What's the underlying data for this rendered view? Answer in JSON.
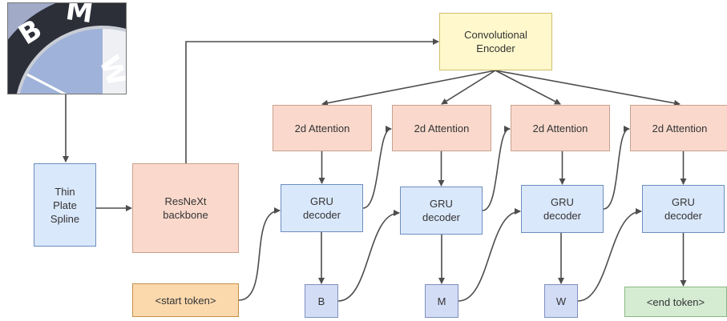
{
  "colors": {
    "blue_fill": "#dae8fc",
    "blue_stroke": "#6c8ebf",
    "peach_fill": "#fad9cc",
    "peach_stroke": "#c9a08e",
    "yellow_fill": "#fff8cc",
    "yellow_stroke": "#cfbf6a",
    "orange_fill": "#fbd9ad",
    "orange_stroke": "#c58f47",
    "green_fill": "#d5ecd3",
    "green_stroke": "#88b882",
    "lavender_fill": "#d2dcf5",
    "lavender_stroke": "#7f8fbf",
    "arrow": "#4d4d4d"
  },
  "input_image": {
    "icon": "bmw-logo-crop-image",
    "letters": [
      "B",
      "M",
      "W"
    ]
  },
  "nodes": {
    "tps": "Thin\nPlate\nSpline",
    "backbone": "ResNeXt\nbackbone",
    "encoder": "Convolutional\nEncoder",
    "attention": [
      "2d Attention",
      "2d Attention",
      "2d Attention",
      "2d Attention"
    ],
    "decoder": [
      "GRU\ndecoder",
      "GRU\ndecoder",
      "GRU\ndecoder",
      "GRU\ndecoder"
    ],
    "start_token": "<start token>",
    "outputs": [
      "B",
      "M",
      "W"
    ],
    "end_token": "<end token>"
  }
}
